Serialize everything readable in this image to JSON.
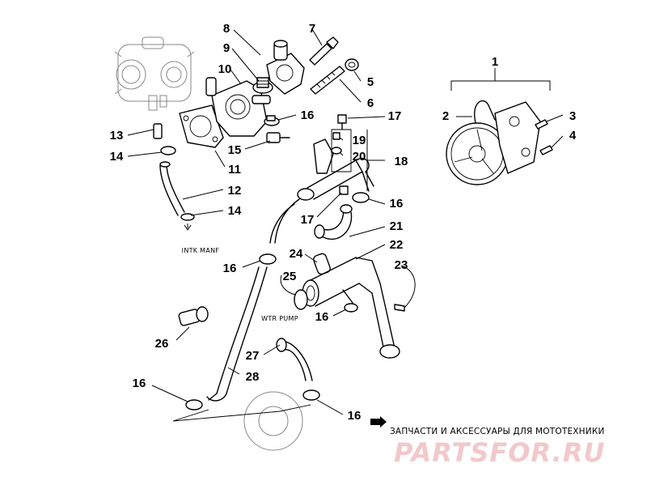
{
  "callouts": {
    "n1": "1",
    "n2": "2",
    "n3": "3",
    "n4": "4",
    "n5": "5",
    "n6": "6",
    "n7": "7",
    "n8": "8",
    "n9": "9",
    "n10": "10",
    "n11": "11",
    "n12": "12",
    "n13": "13",
    "n14": "14",
    "n15": "15",
    "n16": "16",
    "n17": "17",
    "n18": "18",
    "n19": "19",
    "n20": "20",
    "n21": "21",
    "n22": "22",
    "n23": "23",
    "n24": "24",
    "n25": "25",
    "n26": "26",
    "n27": "27",
    "n28": "28"
  },
  "notes": {
    "intake": "INTK MANF",
    "pump": "WTR PUMP"
  },
  "watermark": {
    "caption": "ЗАПЧАСТИ И АКСЕССУАРЫ ДЛЯ МОТОТЕХНИКИ",
    "logo": "PARTSFOR.RU",
    "color": "#f2c8cb"
  }
}
